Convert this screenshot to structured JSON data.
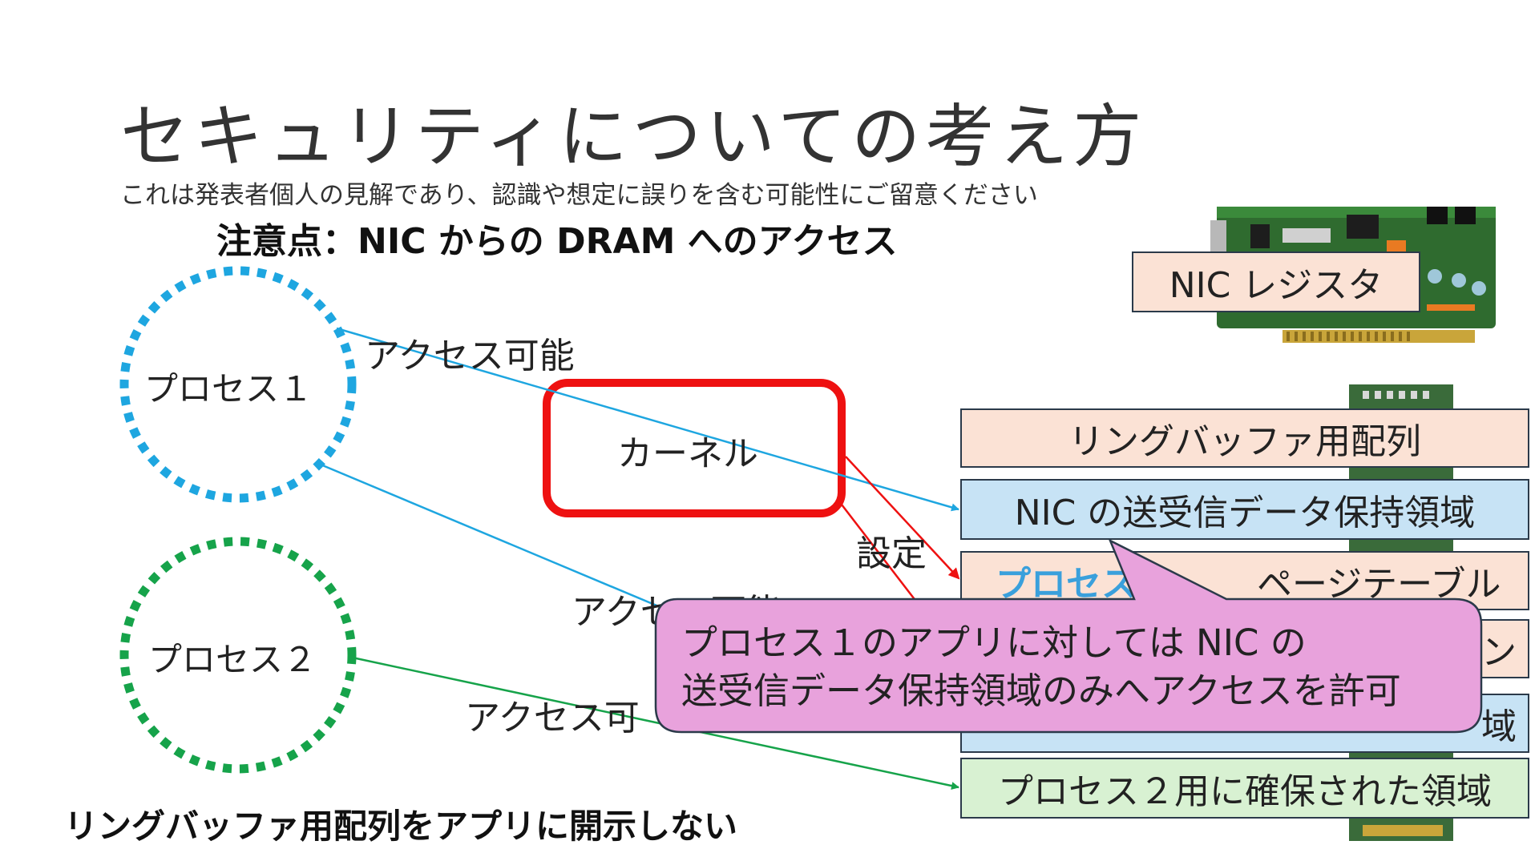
{
  "slide": {
    "title": "セキュリティについての考え方",
    "subtitle": "これは発表者個人の見解であり、認識や想定に誤りを含む可能性にご留意ください",
    "heading": "注意点：NIC からの DRAM へのアクセス",
    "footer": "リングバッファ用配列をアプリに開示しない"
  },
  "diagram": {
    "process1": "プロセス１",
    "process2": "プロセス２",
    "kernel": "カーネル",
    "arrow_labels": {
      "p1_top": "アクセス可能",
      "p1_bottom": "アクセス可能",
      "p2": "アクセス可",
      "kernel": "設定"
    },
    "nic_register": "NIC レジスタ",
    "memory_boxes": [
      {
        "label": "リングバッファ用配列",
        "color": "#fbe2d5"
      },
      {
        "label": "NIC の送受信データ保持領域",
        "color": "#c7e3f5"
      },
      {
        "label_prefix": "プロセス",
        "label_suffix": "ページテーブル",
        "color": "#fbe2d5"
      },
      {
        "label": "ン",
        "color": "#fbe2d5"
      },
      {
        "label": "域",
        "color": "#c7e3f5"
      },
      {
        "label": "プロセス２用に確保された領域",
        "color": "#d8f1d2"
      }
    ],
    "callout": {
      "line1": "プロセス１のアプリに対しては NIC の",
      "line2": "送受信データ保持領域のみへアクセスを許可",
      "color": "#e8a2dc"
    },
    "colors": {
      "process1": "#1ea6e0",
      "process2": "#16a34a",
      "kernel": "#ee1111",
      "board": "#2f6b2f"
    }
  }
}
